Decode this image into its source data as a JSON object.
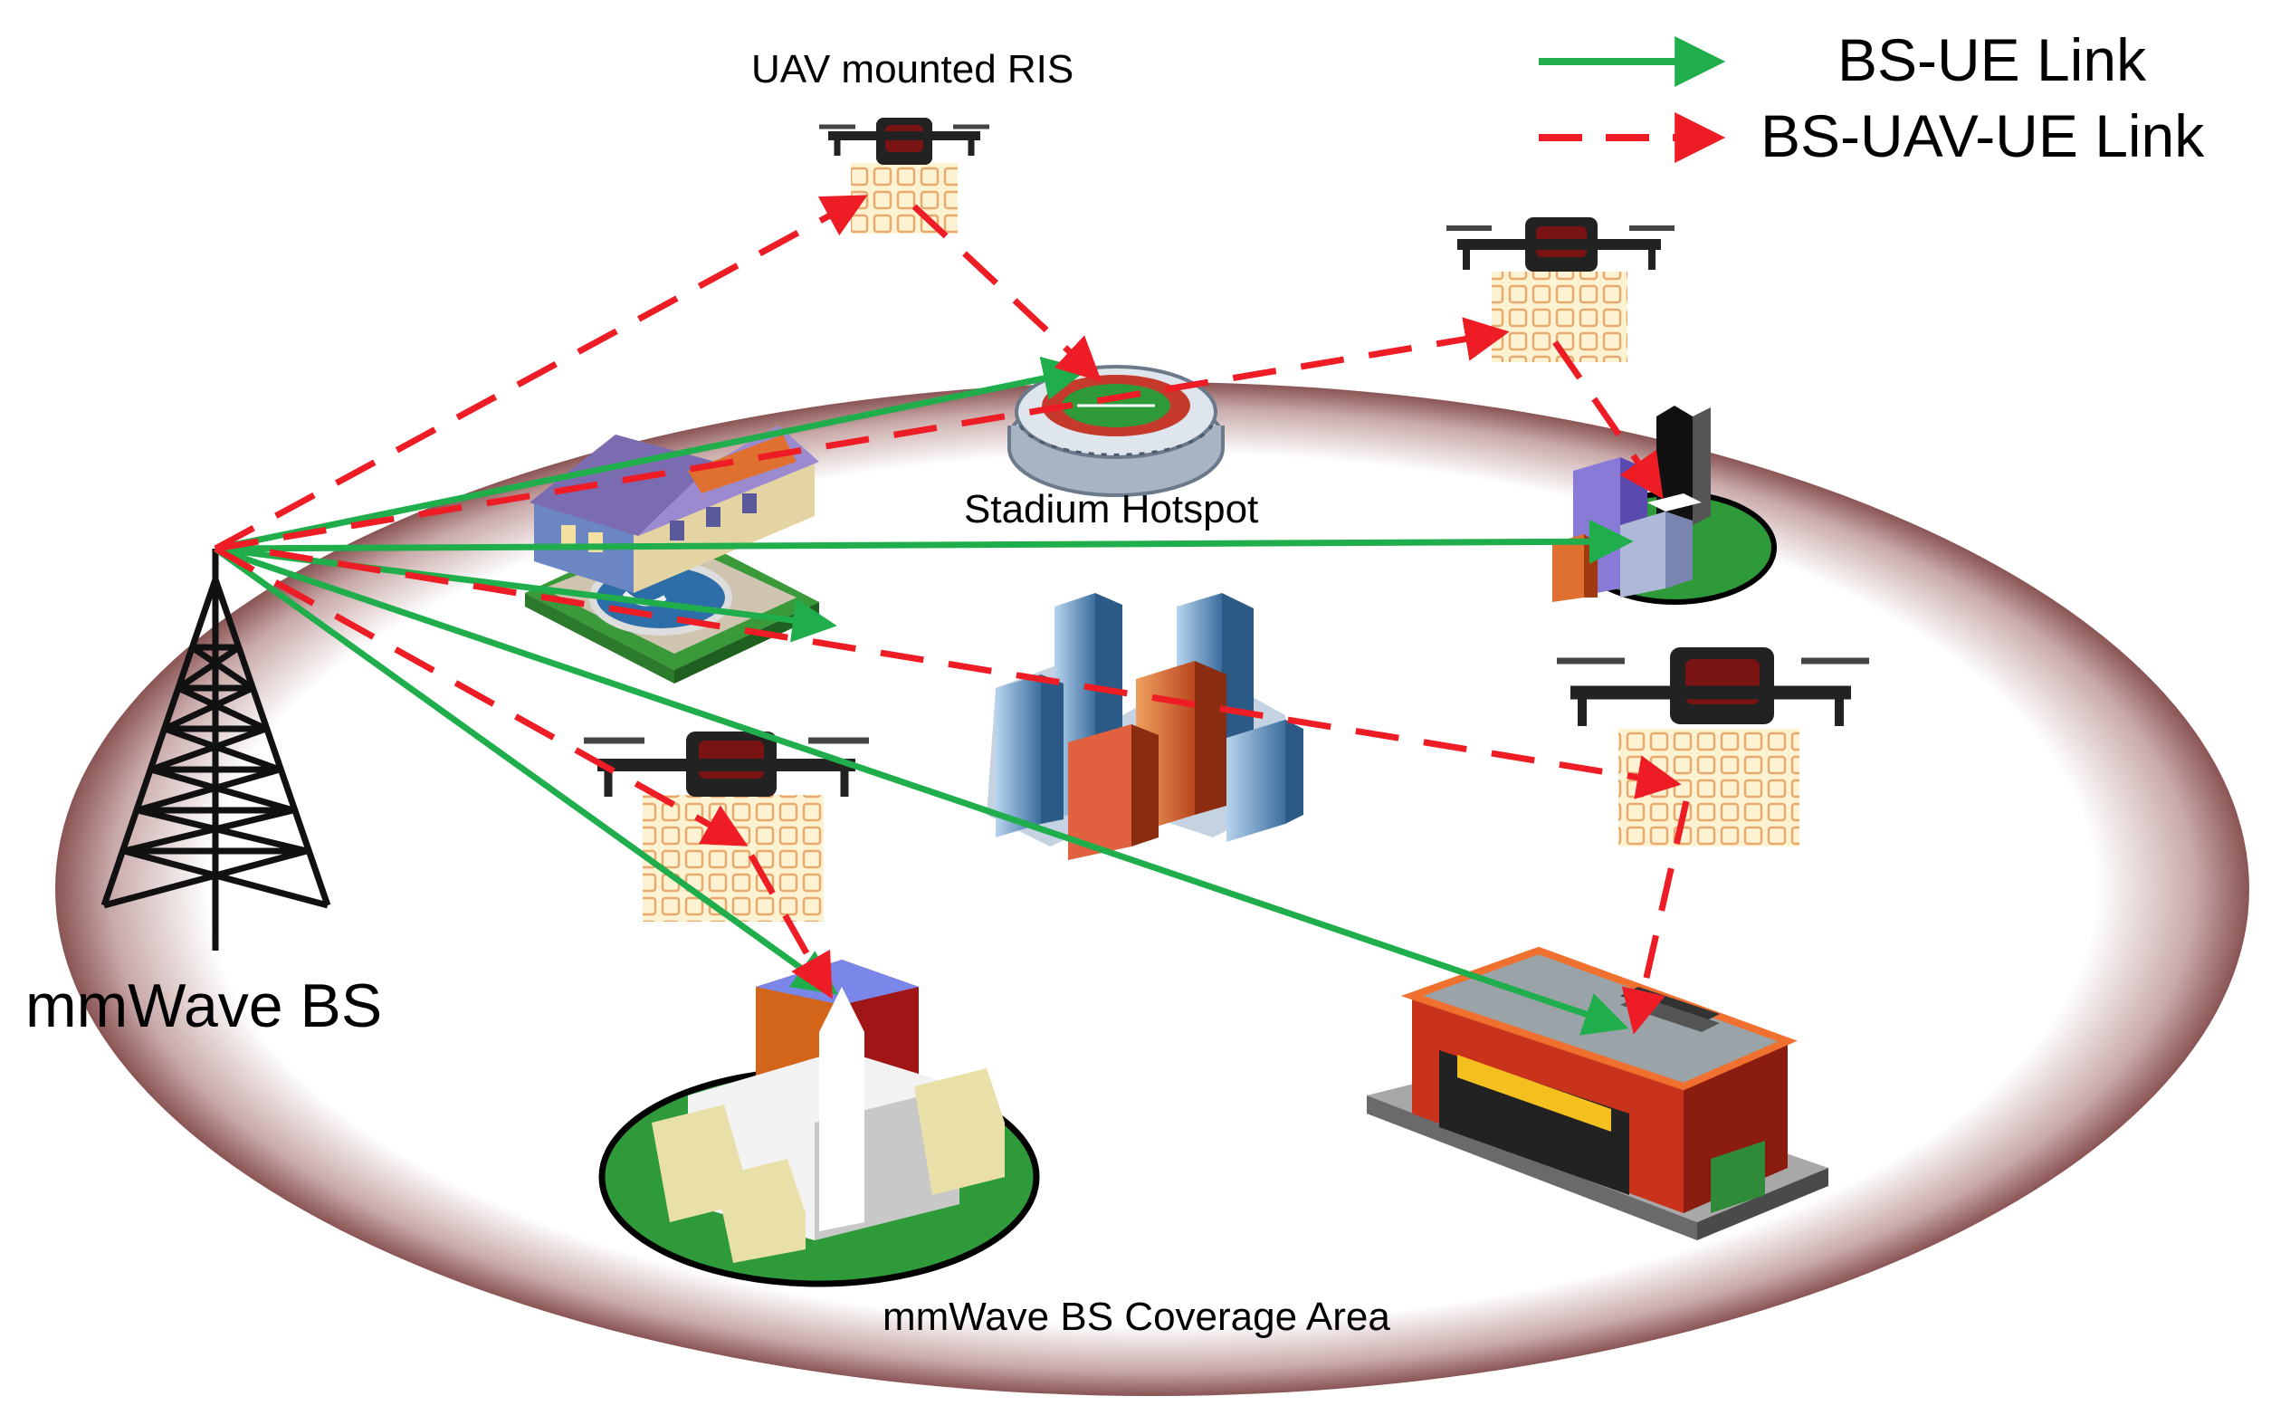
{
  "legend": {
    "bs_ue_label": "BS-UE Link",
    "bs_uav_ue_label": "BS-UAV-UE Link",
    "bs_ue_color": "#1fae4b",
    "bs_uav_ue_color": "#ee1c24"
  },
  "labels": {
    "uav_label": "UAV mounted RIS",
    "stadium_label": "Stadium Hotspot",
    "bs_label": "mmWave BS",
    "coverage_label": "mmWave BS Coverage Area"
  },
  "icons": {
    "tower": "cell-tower-icon",
    "uav": "drone-icon",
    "ris": "ris-panel-icon",
    "stadium": "stadium-icon",
    "house": "house-pool-icon",
    "city": "city-buildings-icon",
    "office": "office-campus-icon",
    "church": "church-icon",
    "store": "store-icon"
  }
}
